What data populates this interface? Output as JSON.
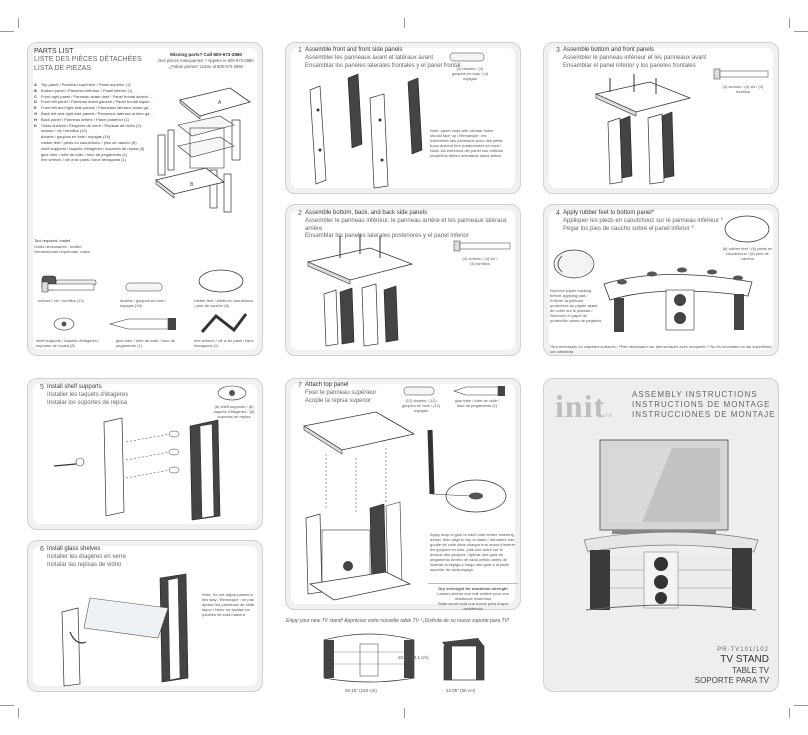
{
  "parts": {
    "title_en": "PARTS LIST",
    "title_fr": "LISTE DES PIÈCES DÉTACHÉES",
    "title_es": "LISTA DE PIEZAS",
    "missing_line1": "Missing parts? Call 800-673-2860",
    "missing_line2": "Des pièces manquantes ? Appeler le 800-673-2860",
    "missing_line3": "¿Faltan piezas? Llame al 800-673-2860",
    "items": [
      {
        "key": "A",
        "text": "Top panel / Panneau supérieur / Panel superior (1)"
      },
      {
        "key": "B",
        "text": "Bottom panel / Panneau inférieur / Panel inferior (1)"
      },
      {
        "key": "C",
        "text": "Front right panel / Panneau avant droit / Panel frontal derecho (1)"
      },
      {
        "key": "D",
        "text": "Front left panel / Panneau avant gauche / Panel frontal izquierdo (1)"
      },
      {
        "key": "E",
        "text": "Front left and right side panels / Panneaux latéraux avant gauche et droite / Paneles laterales frontales izquierdo y derecho (2)"
      },
      {
        "key": "G",
        "text": "Back left and right side panels / Panneaux latéraux arrière gauche et droite / Paneles laterales posteriores izquierdo y derecho (2)"
      },
      {
        "key": "H",
        "text": "Back panel / Panneau arrière / Panel posterior (1)"
      },
      {
        "key": "K",
        "text": "Glass shelves / Étagères de verre / Repisas de vidrio (2)"
      },
      {
        "key": "",
        "text": "screws / vis / tornillos (12)"
      },
      {
        "key": "",
        "text": "dowels / goujons en bois / espigas (16)"
      },
      {
        "key": "",
        "text": "rubber feet / pieds en caoutchouc / pies de caucho (6)"
      },
      {
        "key": "",
        "text": "shelf supports / taquets d'étagères / soportes de repisa (8)"
      },
      {
        "key": "",
        "text": "glue tube / tube de colle / tubo de pegamento (1)"
      },
      {
        "key": "",
        "text": "hex wrench / clé à six pans / llave hexagonal (1)"
      }
    ],
    "tool_en": "Tool required: mallet",
    "tool_fr": "Outils nécessaires : maillet",
    "tool_es": "Herramientas requeridas: mazo",
    "labels": {
      "screws": "screws / vis / tornillos (12)",
      "dowels": "dowels / goujons en bois / espigas (16)",
      "rubber": "rubber feet / pieds en caoutchouc / pies de caucho (6)",
      "shelf": "shelf supports / taquets d'étagères / soportes de repisa (8)",
      "glue": "glue tube / tube de colle / tubo de pegamento (1)",
      "hex": "hex wrench / clé à six pans / llave hexagonal (1)"
    }
  },
  "steps": [
    {
      "num": "1",
      "en": "Assemble front and front side panels",
      "fr": "Assembler les panneaux avant et latéraux avant",
      "es": "Ensamblar los paneles laterales frontales y el panel frontal"
    },
    {
      "num": "2",
      "en": "Assemble bottom, back, and back side panels",
      "fr": "Assembler le panneau inférieur, le panneau arrière et les panneaux latéraux arrière",
      "es": "Ensamblar los paneles laterales posteriores y el panel inferior"
    },
    {
      "num": "3",
      "en": "Assemble bottom and front panels",
      "fr": "Assembler le panneau inférieur et les panneaux avant",
      "es": "Ensamblar el panel inferior y los paneles frontales"
    },
    {
      "num": "4",
      "en": "Apply rubber feet to bottom panel*",
      "fr": "Appliquer les pieds en caoutchouc sur le panneau inférieur *",
      "es": "Pegar los pies de caucho sobre el panel inferior *"
    },
    {
      "num": "5",
      "en": "Install shelf supports",
      "fr": "Installer les taquets d'étagères",
      "es": "Instalar los soportes de repisa"
    },
    {
      "num": "6",
      "en": "Install glass shelves",
      "fr": "Installer les étagères en verre",
      "es": "Instalar las repisas de vidrio"
    },
    {
      "num": "7",
      "en": "Attach top panel",
      "fr": "Fixer le panneau supérieur",
      "es": "Acople la repisa superior"
    }
  ],
  "notes": {
    "s1_dowels": "(4) dowels / (4) goujons en bois / (4) espigas",
    "s1_note": "Note: panel ends with circular holes should face up / Remarque : les extrémités des panneaux avec des petits trous doivent être positionnées en haut / Nota: los extremos del panel con orificios pequeños deben orientarse hacia arriba",
    "s2_screws": "(4) screws / (4) vis / (4) tornillos",
    "s3_screws": "(4) screws / (4) vis / (4) tornillos",
    "s4_feet": "(6) rubber feet / (6) pieds en caoutchouc / (6) pies de caucho",
    "s4_remove": "Remove paper backing before applying pad / Enlever la pellicule protectrice du papier avant de coller sur le plateau / Remover el papel de protección antes de pegarlos",
    "s4_footnote": "*Not necessary on carpeted surfaces / *Pas nécessaire sur des surfaces avec moquette / *No es necesario en las superficies con alfombra",
    "s5_supports": "(8) shelf supports / (8) taquets d'étagères / (8) soportes de repisa",
    "s6_note": "Note: Do not adjust panels in this way / Remarque : ne pas ajuster les panneaux de cette façon / Nota: no ajustar los paneles de esta manera",
    "s7_dowels": "(12) dowels / (12) goujons en bois / (12) espigas",
    "s7_glue": "glue tube / tube de colle / tubo de pegamento (1)",
    "s7_apply": "Apply drop of glue to each hole before inserting dowel, then align to top of stand / Introduire une goutte de colle dans chaque trou avant d'insérer les goujons en bois, puis une autre sur le dessus des goujons / Aplicar una gota de pegamento dentro de cada orificio antes de insertar la espiga y luego otra gota a la parte superior de cada espiga",
    "s7_dry_en": "Dry overnight for maximum strength",
    "s7_dry_fr": "Laisser sécher une nuit entière pour une résistance maximum",
    "s7_dry_es": "Dejar secar toda una noche para mayor resistencia"
  },
  "brand": {
    "logo": "init",
    "tm": "TM",
    "assembly_en": "ASSEMBLY INSTRUCTIONS",
    "assembly_fr": "INSTRUCTIONS DE MONTAGE",
    "assembly_es": "INSTRUCCIONES DE MONTAJE",
    "model": "PR-TV101/102",
    "name_en": "TV STAND",
    "name_fr": "TABLE TV",
    "name_es": "SOPORTE PARA TV"
  },
  "enjoy": "Enjoy your new TV stand!  Appréciez votre nouvelle table TV !  ¡Disfrute de su nuevo soporte para TV!",
  "dims": {
    "width": "40.16\" (102 cm)",
    "height": "20.9\" (53.1 cm)",
    "depth": "22.05\" (56 cm)"
  },
  "labels": {
    "a": "A",
    "b": "B"
  }
}
